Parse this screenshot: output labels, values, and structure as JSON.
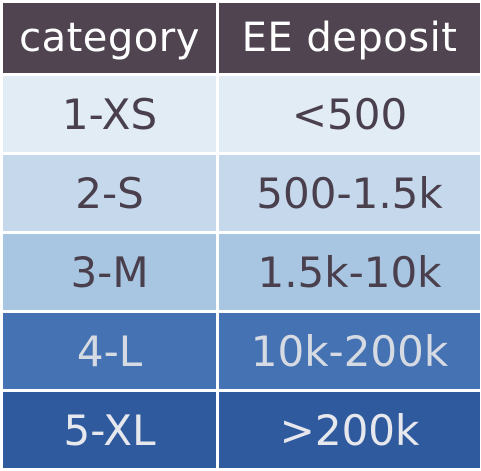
{
  "table": {
    "headers": [
      "category",
      "EE deposit"
    ],
    "rows": [
      {
        "category": "1-XS",
        "deposit": "<500",
        "bg": "#e2ecf4",
        "fg": "#4a3f4c"
      },
      {
        "category": "2-S",
        "deposit": "500-1.5k",
        "bg": "#c6d9ec",
        "fg": "#4a3f4c"
      },
      {
        "category": "3-M",
        "deposit": "1.5k-10k",
        "bg": "#a8c6e2",
        "fg": "#4a3f4c"
      },
      {
        "category": "4-L",
        "deposit": "10k-200k",
        "bg": "#4472b2",
        "fg": "#d6dae2"
      },
      {
        "category": "5-XL",
        "deposit": ">200k",
        "bg": "#2f5b9e",
        "fg": "#e6e8ee"
      }
    ]
  },
  "colors": {
    "header_bg": "#4f4450",
    "header_fg": "#ffffff",
    "border": "#ffffff"
  }
}
